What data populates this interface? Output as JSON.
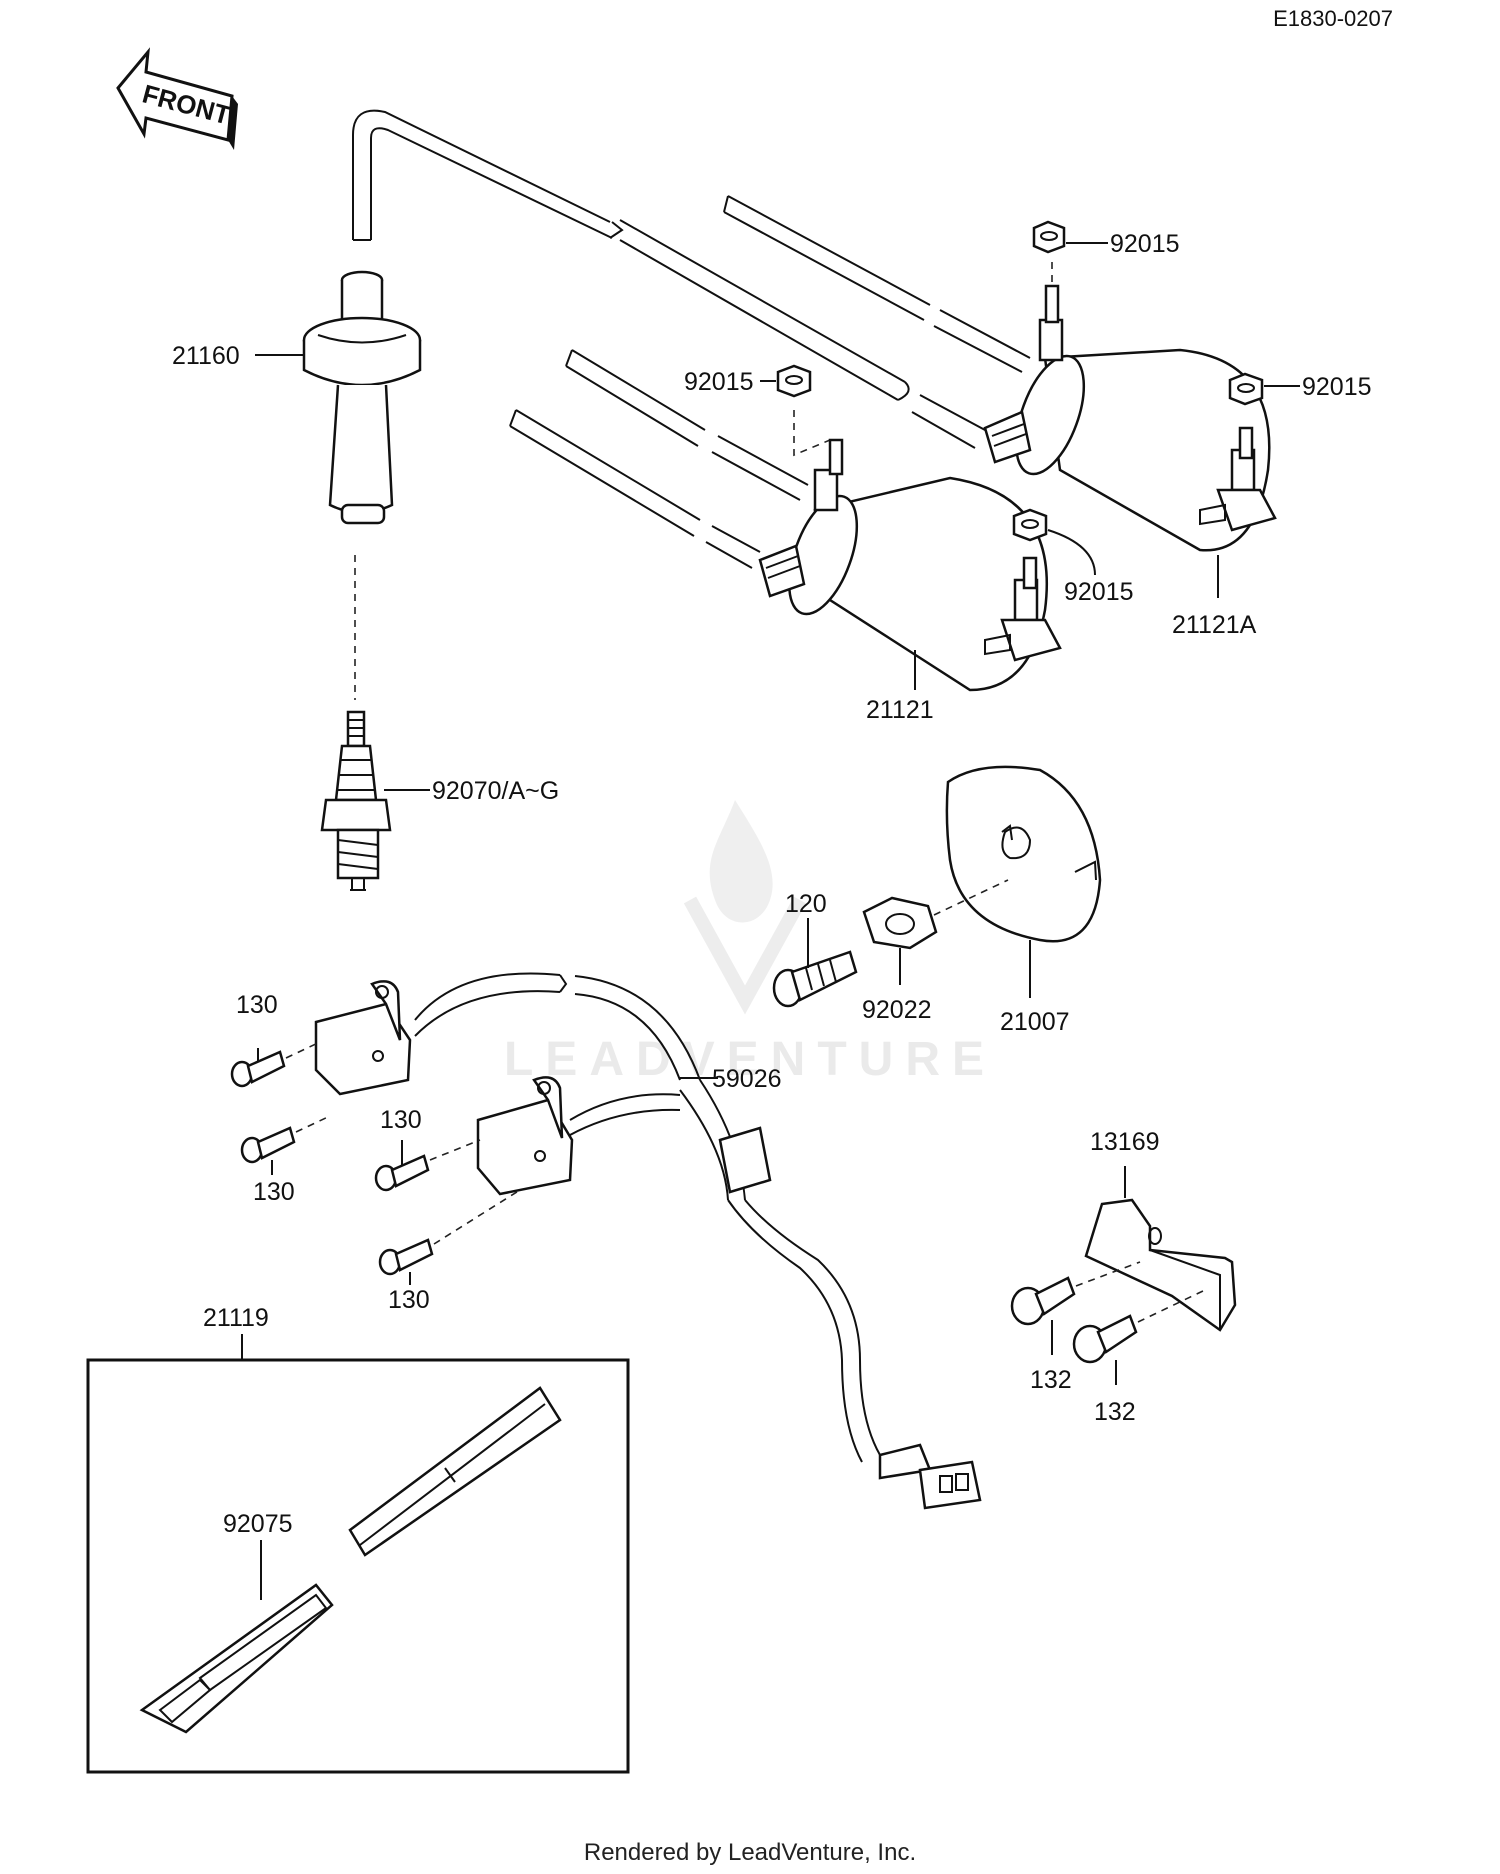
{
  "diagram_code": "E1830-0207",
  "front_label": "FRONT",
  "watermark_text": "LEADVENTURE",
  "footer_text": "Rendered by LeadVenture, Inc.",
  "ink_color": "#111111",
  "callouts": {
    "plug_cap": "21160",
    "spark_plug": "92070/A~G",
    "nut_left_top": "92015",
    "nut_right_top": "92015",
    "nut_right_side": "92015",
    "nut_left_side": "92015",
    "coil_left": "21121",
    "coil_right": "21121A",
    "bolt_120": "120",
    "nut_92022": "92022",
    "plate_21007": "21007",
    "screw_130_a": "130",
    "screw_130_b": "130",
    "screw_130_c": "130",
    "screw_130_d": "130",
    "harness": "59026",
    "bracket": "13169",
    "bolt_132_a": "132",
    "bolt_132_b": "132",
    "kit_21119": "21119",
    "cover_92075": "92075"
  }
}
